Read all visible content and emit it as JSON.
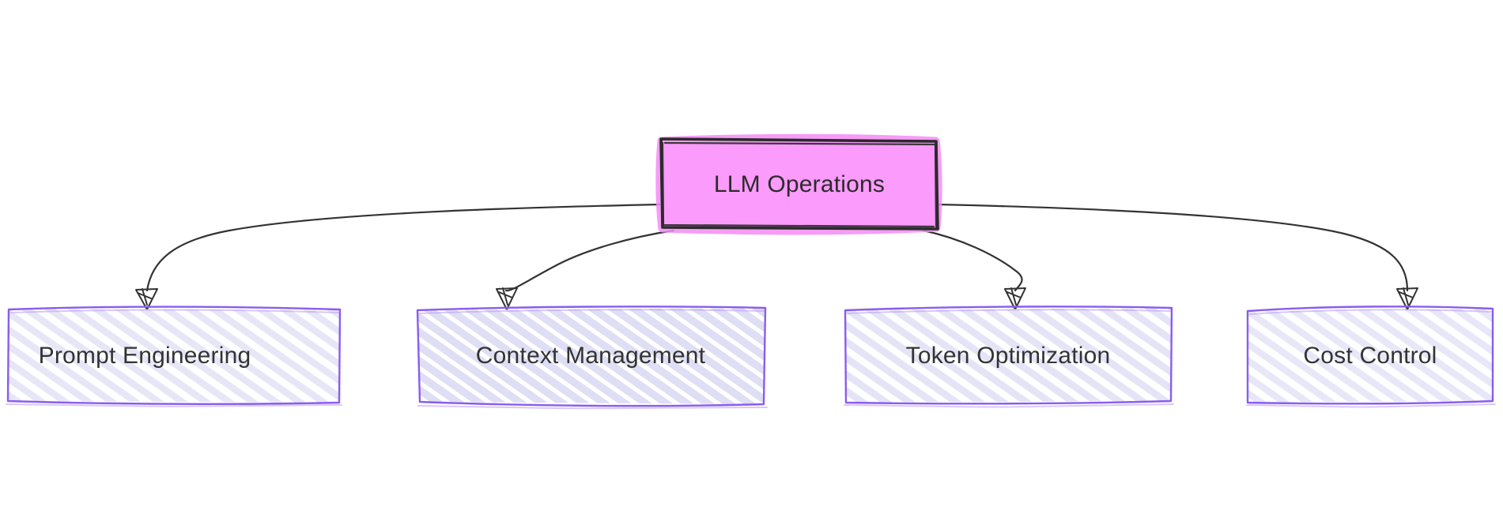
{
  "diagram": {
    "type": "mindmap-tree",
    "style": "hand-drawn sketch",
    "background_color": "#ffffff",
    "root": {
      "label": "LLM Operations",
      "fill_color": "#fb9bfb",
      "border_color": "#2b2b2b",
      "text_color": "#2b2b2b"
    },
    "children": [
      {
        "label": "Prompt Engineering",
        "fill_color": "#ececf9",
        "border_color": "#8a5cf0",
        "text_color": "#333333",
        "hatch": "light"
      },
      {
        "label": "Context Management",
        "fill_color": "#e3e3f7",
        "border_color": "#8a5cf0",
        "text_color": "#333333",
        "hatch": "dense"
      },
      {
        "label": "Token Optimization",
        "fill_color": "#eaeaf9",
        "border_color": "#8a5cf0",
        "text_color": "#333333",
        "hatch": "light"
      },
      {
        "label": "Cost Control",
        "fill_color": "#ececf9",
        "border_color": "#8a5cf0",
        "text_color": "#333333",
        "hatch": "light"
      }
    ],
    "edges": [
      {
        "from": "LLM Operations",
        "to": "Prompt Engineering",
        "arrow": "open-triangle"
      },
      {
        "from": "LLM Operations",
        "to": "Context Management",
        "arrow": "open-triangle"
      },
      {
        "from": "LLM Operations",
        "to": "Token Optimization",
        "arrow": "open-triangle"
      },
      {
        "from": "LLM Operations",
        "to": "Cost Control",
        "arrow": "open-triangle"
      }
    ]
  }
}
